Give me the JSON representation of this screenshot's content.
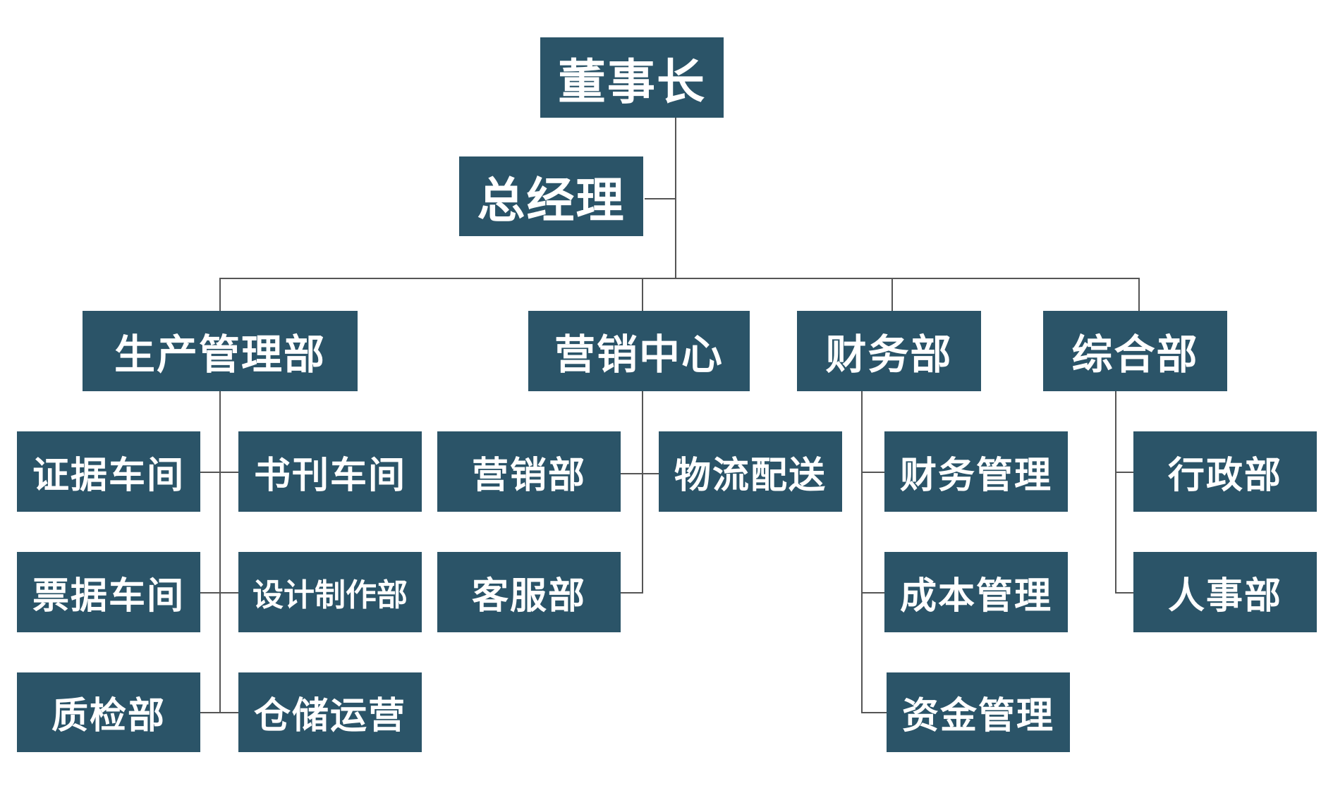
{
  "colors": {
    "box_fill": "#2b5468",
    "box_text": "#ffffff",
    "connector": "#555555",
    "background": "#ffffff"
  },
  "org": {
    "chairman": "董事长",
    "general_manager": "总经理",
    "departments": [
      {
        "name": "生产管理部",
        "units": [
          "证据车间",
          "书刊车间",
          "票据车间",
          "设计制作部",
          "质检部",
          "仓储运营"
        ]
      },
      {
        "name": "营销中心",
        "units": [
          "营销部",
          "物流配送",
          "客服部"
        ]
      },
      {
        "name": "财务部",
        "units": [
          "财务管理",
          "成本管理",
          "资金管理"
        ]
      },
      {
        "name": "综合部",
        "units": [
          "行政部",
          "人事部"
        ]
      }
    ]
  }
}
